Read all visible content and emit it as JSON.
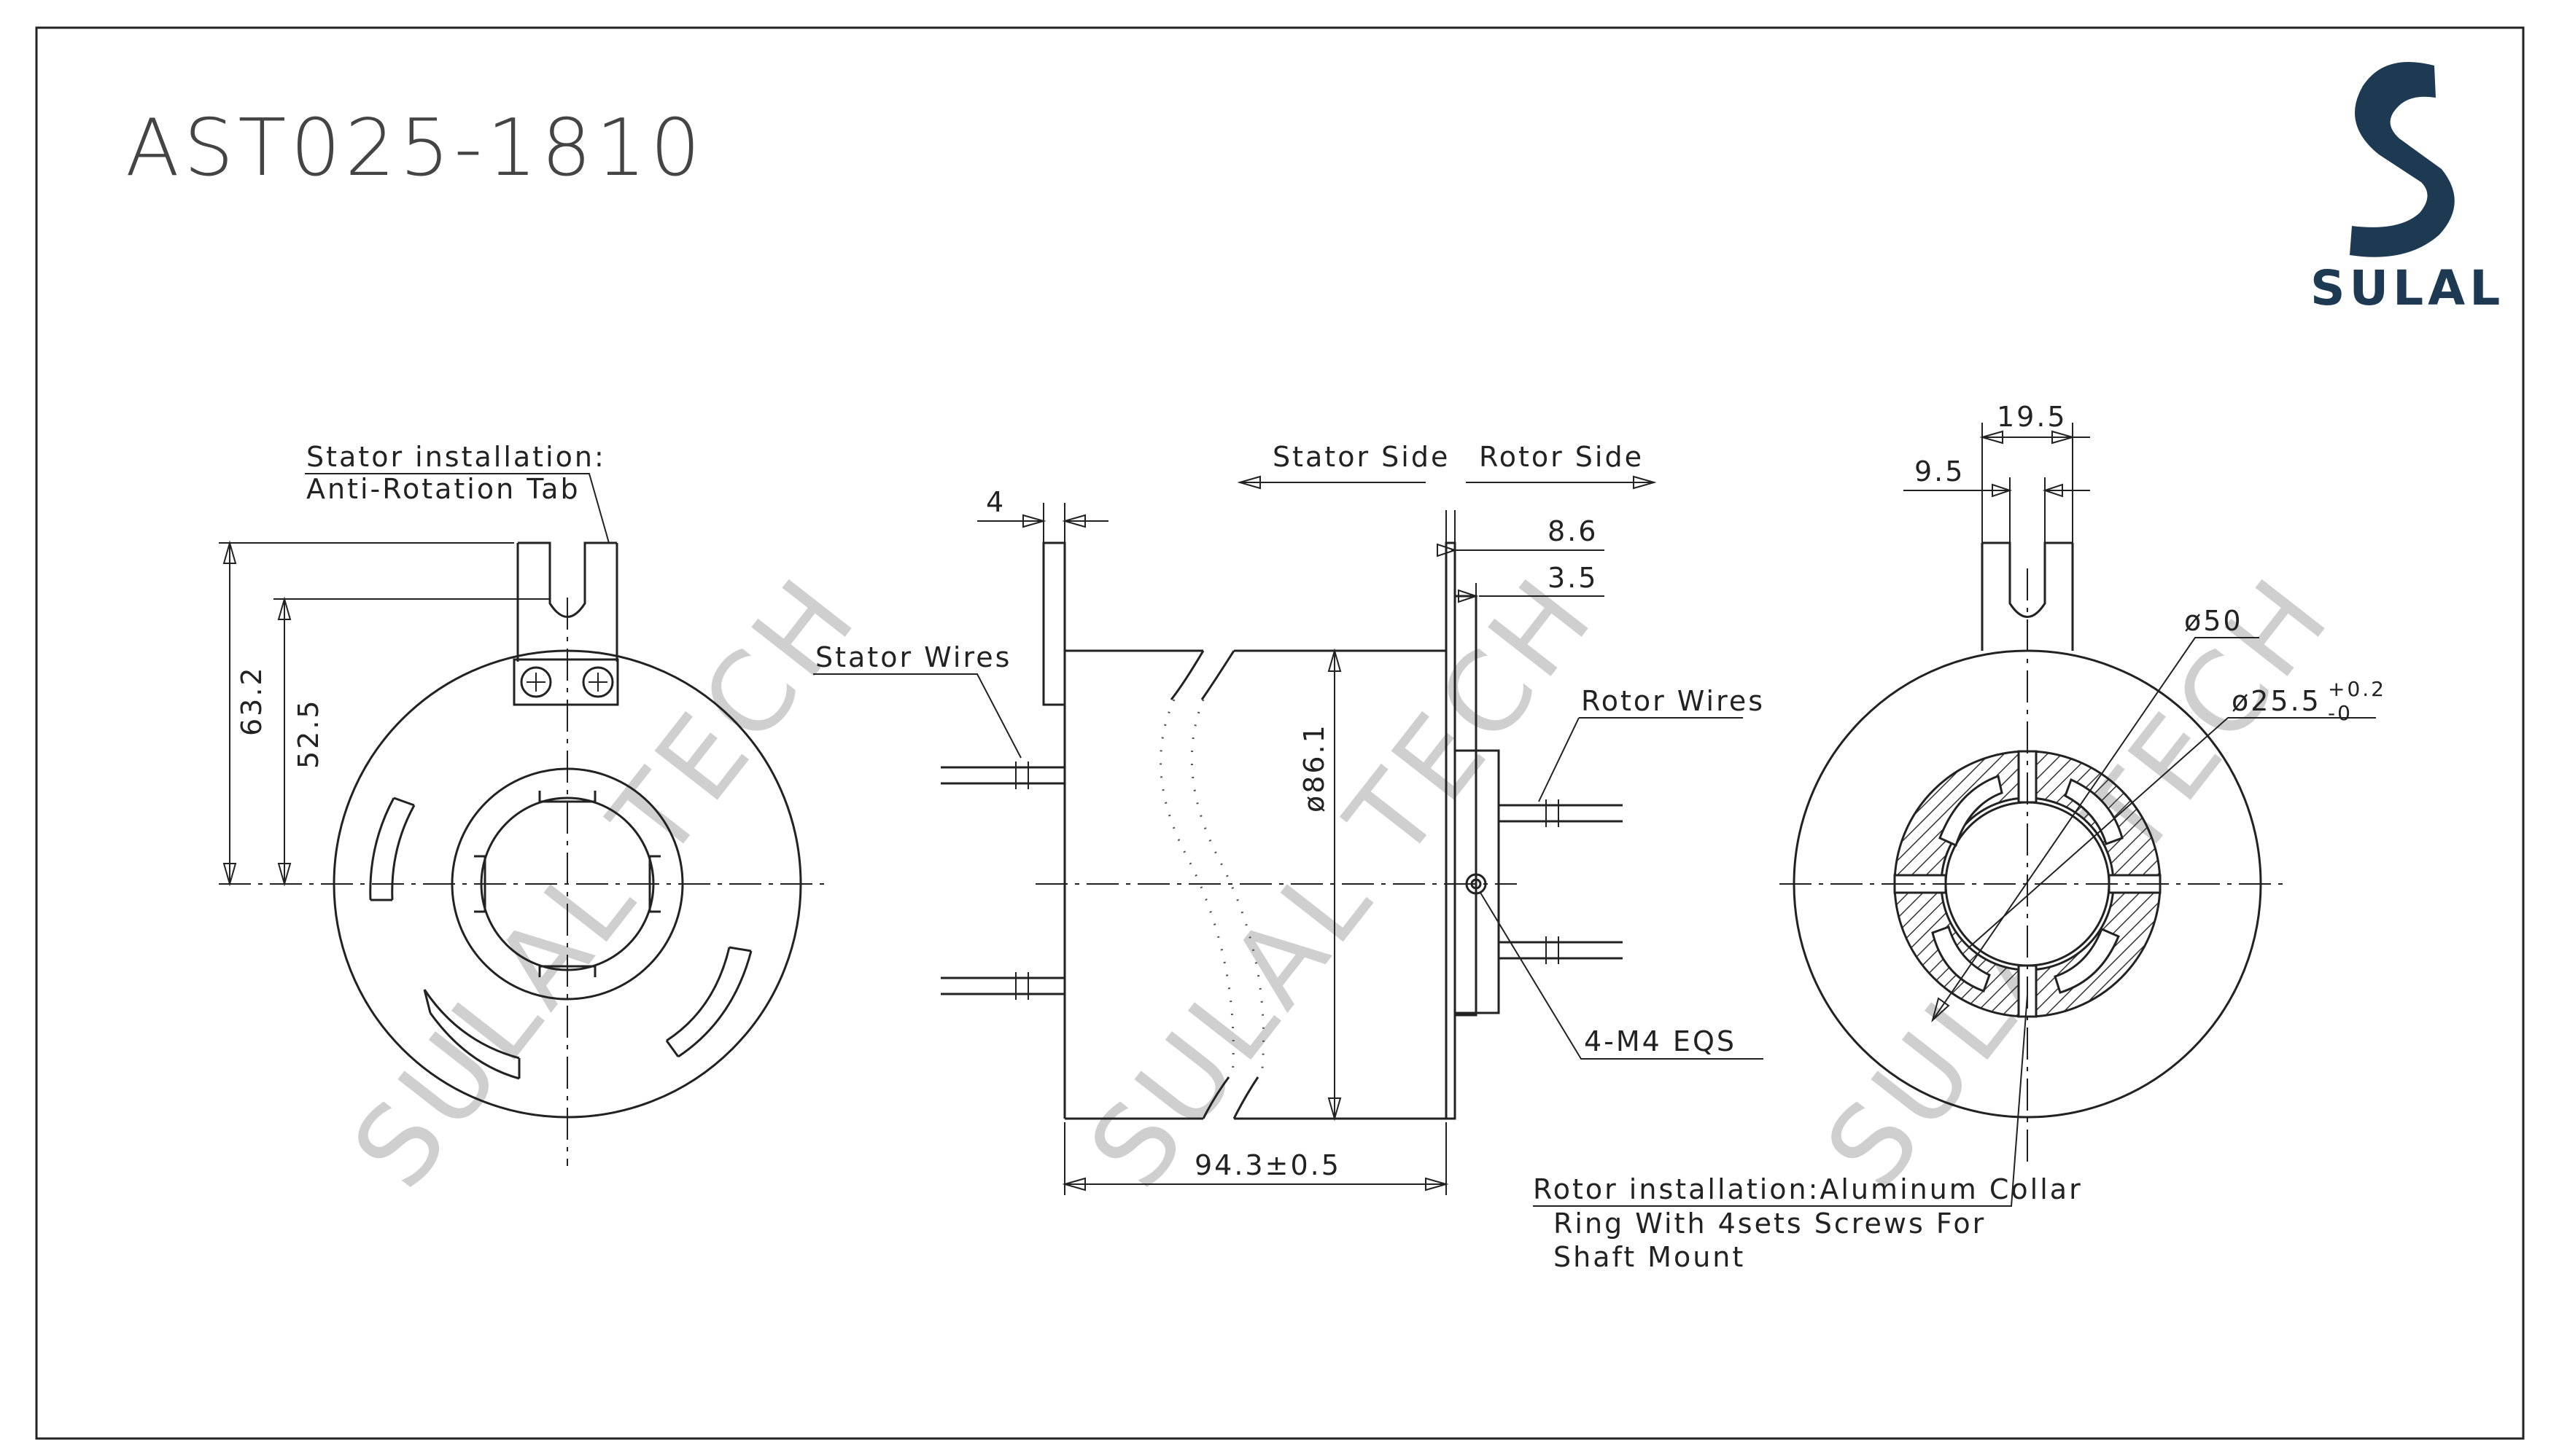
{
  "title": "AST025-1810",
  "brand": {
    "name": "SULAL",
    "watermark": "SULAL TECH",
    "color": "#1d3a52"
  },
  "labels": {
    "stator_install_line1": "Stator installation:",
    "stator_install_line2": "Anti-Rotation Tab",
    "stator_wires": "Stator Wires",
    "rotor_wires": "Rotor Wires",
    "stator_side": "Stator Side",
    "rotor_side": "Rotor Side",
    "screws": "4-M4 EQS",
    "rotor_install_line1": "Rotor installation:Aluminum Collar",
    "rotor_install_line2": "Ring With 4sets Screws For",
    "rotor_install_line3": "Shaft Mount"
  },
  "dimensions": {
    "height_total": "63.2",
    "height_tab": "52.5",
    "tab_thickness": "4",
    "body_diameter": "ø86.1",
    "body_length": "94.3±0.5",
    "rotor_8_6": "8.6",
    "rotor_3_5": "3.5",
    "tab_width": "19.5",
    "tab_slot": "9.5",
    "collar_diameter": "ø50",
    "bore_diameter": "ø25.5",
    "bore_tol_upper": "+0.2",
    "bore_tol_lower": "-0"
  }
}
